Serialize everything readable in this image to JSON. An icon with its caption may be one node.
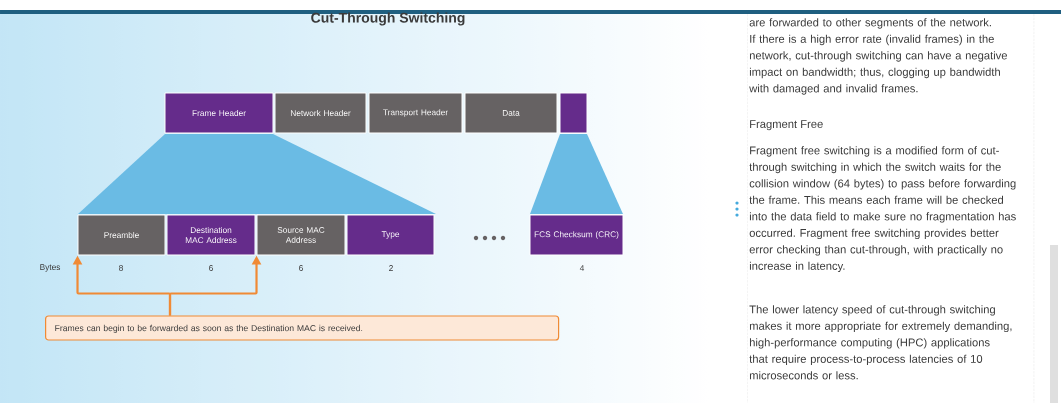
{
  "diagram": {
    "title": "Cut-Through Switching",
    "nodes": [
      {
        "text": [
          "Frame Header"
        ]
      },
      {
        "text": [
          "Network Header"
        ]
      },
      {
        "text": [
          "Transport Header"
        ]
      },
      {
        "text": [
          "Data"
        ]
      },
      {
        "text": [],
        "shape": "box"
      },
      {
        "text": [
          "Preamble"
        ]
      },
      {
        "text": [
          "Destination MAC Address"
        ]
      },
      {
        "text": [
          "Source MAC Address"
        ]
      },
      {
        "text": [
          "Type"
        ]
      },
      {
        "text": [
          "FCS Checksum (CRC)"
        ]
      },
      {
        "text": [
          "Frames can begin to be forwarded as soon as the Destination MAC is received."
        ]
      }
    ],
    "edges": [
      {
        "from": 10,
        "to": 5,
        "arrow": "to"
      },
      {
        "from": 10,
        "to": 7,
        "arrow": "to"
      }
    ],
    "labels": [
      "Bytes",
      "8",
      "6",
      "6",
      "2",
      "4",
      "are forwarded to other segments of the network. If there is a high error rate (invalid frames) in the network, cut-through switching can have a negative impact on bandwidth; thus, clogging up bandwidth with damaged and invalid frames.",
      "Fragment Free",
      "Fragment free switching is a modified form of cut-through switching in which the switch waits for the collision window (64 bytes) to pass before forwarding the frame. This means each frame will be checked into the data field to make sure no fragmentation has occurred. Fragment free switching provides better error checking than cut-through, with practically no increase in latency.",
      "The lower latency speed of cut-through switching makes it more appropriate for extremely demanding, high-performance computing (HPC) applications that require process-to-process latencies of 10 microseconds or less."
    ]
  }
}
